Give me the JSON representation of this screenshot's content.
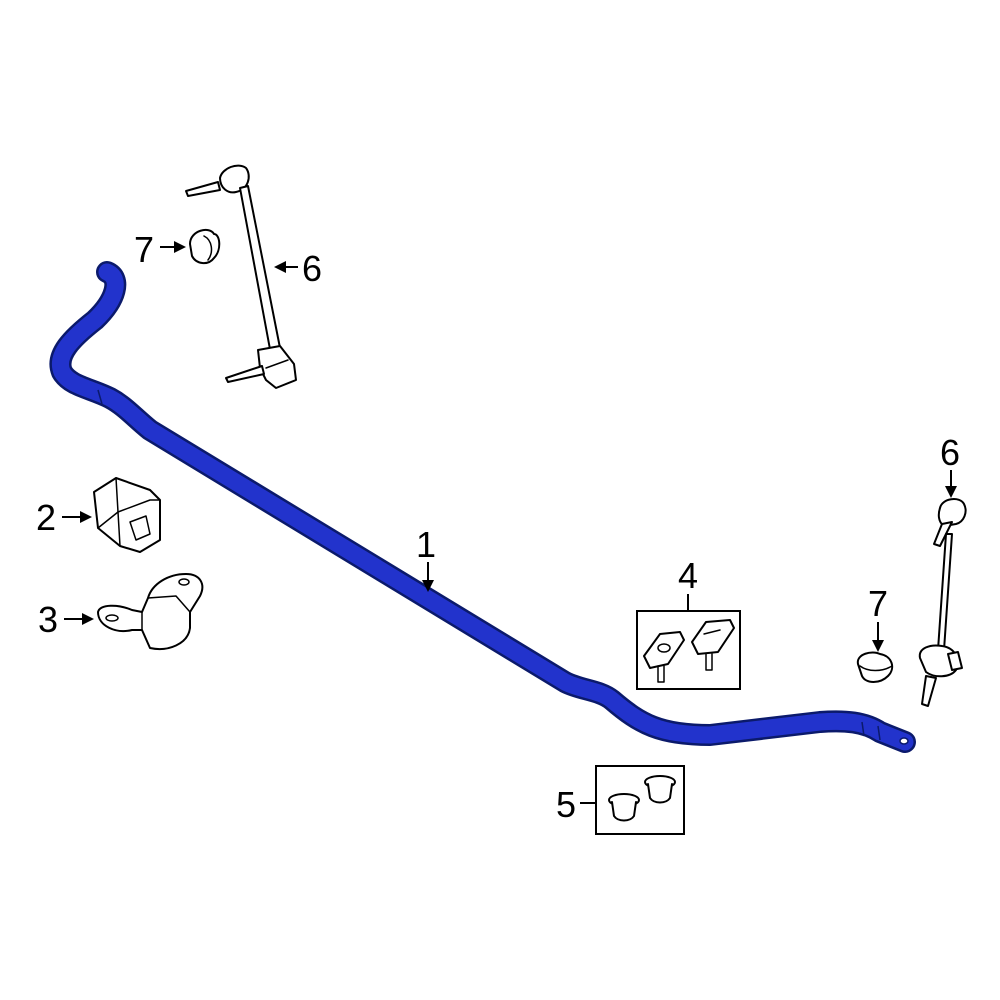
{
  "diagram": {
    "highlight_color": "#2233cc",
    "parts": [
      {
        "id": "stabilizer-bar",
        "callout": "1"
      },
      {
        "id": "bushing",
        "callout": "2"
      },
      {
        "id": "bracket",
        "callout": "3"
      },
      {
        "id": "link-bushing-set",
        "callout": "4"
      },
      {
        "id": "insulator-set",
        "callout": "5"
      },
      {
        "id": "stabilizer-link-left",
        "callout": "6"
      },
      {
        "id": "stabilizer-link-right",
        "callout": "6"
      },
      {
        "id": "cap-left",
        "callout": "7"
      },
      {
        "id": "cap-right",
        "callout": "7"
      }
    ]
  }
}
